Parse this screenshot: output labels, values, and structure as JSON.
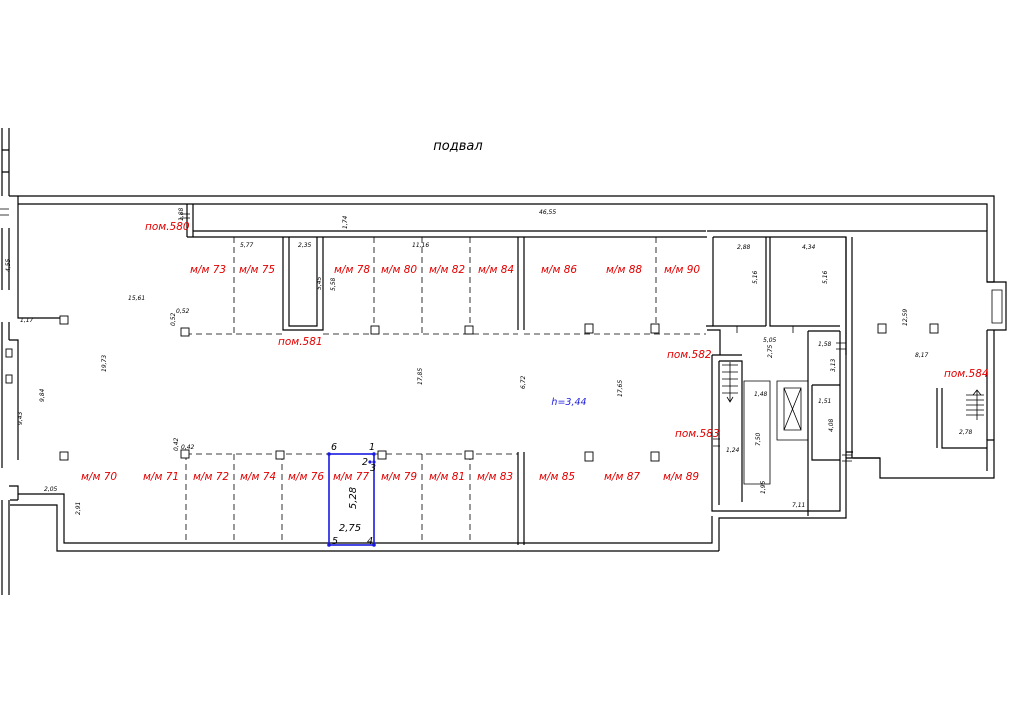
{
  "title": "подвал",
  "height_label": "h=3,44",
  "colors": {
    "ink": "#000000",
    "label": "#e30000",
    "highlight": "#1a1adf"
  },
  "rooms": [
    "пом.580",
    "пом.581",
    "пом.582",
    "пом.583",
    "пом.584"
  ],
  "spaces_top": [
    "м/м 73",
    "м/м 75",
    "м/м 78",
    "м/м 80",
    "м/м 82",
    "м/м 84",
    "м/м 86",
    "м/м 88",
    "м/м 90"
  ],
  "spaces_bottom": [
    "м/м 70",
    "м/м 71",
    "м/м 72",
    "м/м 74",
    "м/м 76",
    "м/м 77",
    "м/м 79",
    "м/м 81",
    "м/м 83",
    "м/м 85",
    "м/м 87",
    "м/м 89"
  ],
  "highlight": {
    "length": "5,28",
    "width": "2,75",
    "vertices": [
      "1",
      "2",
      "3",
      "4",
      "5",
      "6"
    ]
  },
  "dimensions": [
    "46,55",
    "1,88",
    "1,74",
    "5,77",
    "2,35",
    "11,16",
    "2,88",
    "4,34",
    "5,16",
    "5,16",
    "5,45",
    "5,58",
    "4,55",
    "15,61",
    "0,52",
    "0,52",
    "1,17",
    "19,73",
    "9,84",
    "9,43",
    "17,85",
    "6,72",
    "17,65",
    "5,05",
    "2,75",
    "1,58",
    "3,13",
    "1,48",
    "1,51",
    "4,08",
    "1,24",
    "7,50",
    "1,95",
    "7,11",
    "12,59",
    "8,17",
    "2,78",
    "0,42",
    "0,42",
    "2,05",
    "2,91"
  ]
}
